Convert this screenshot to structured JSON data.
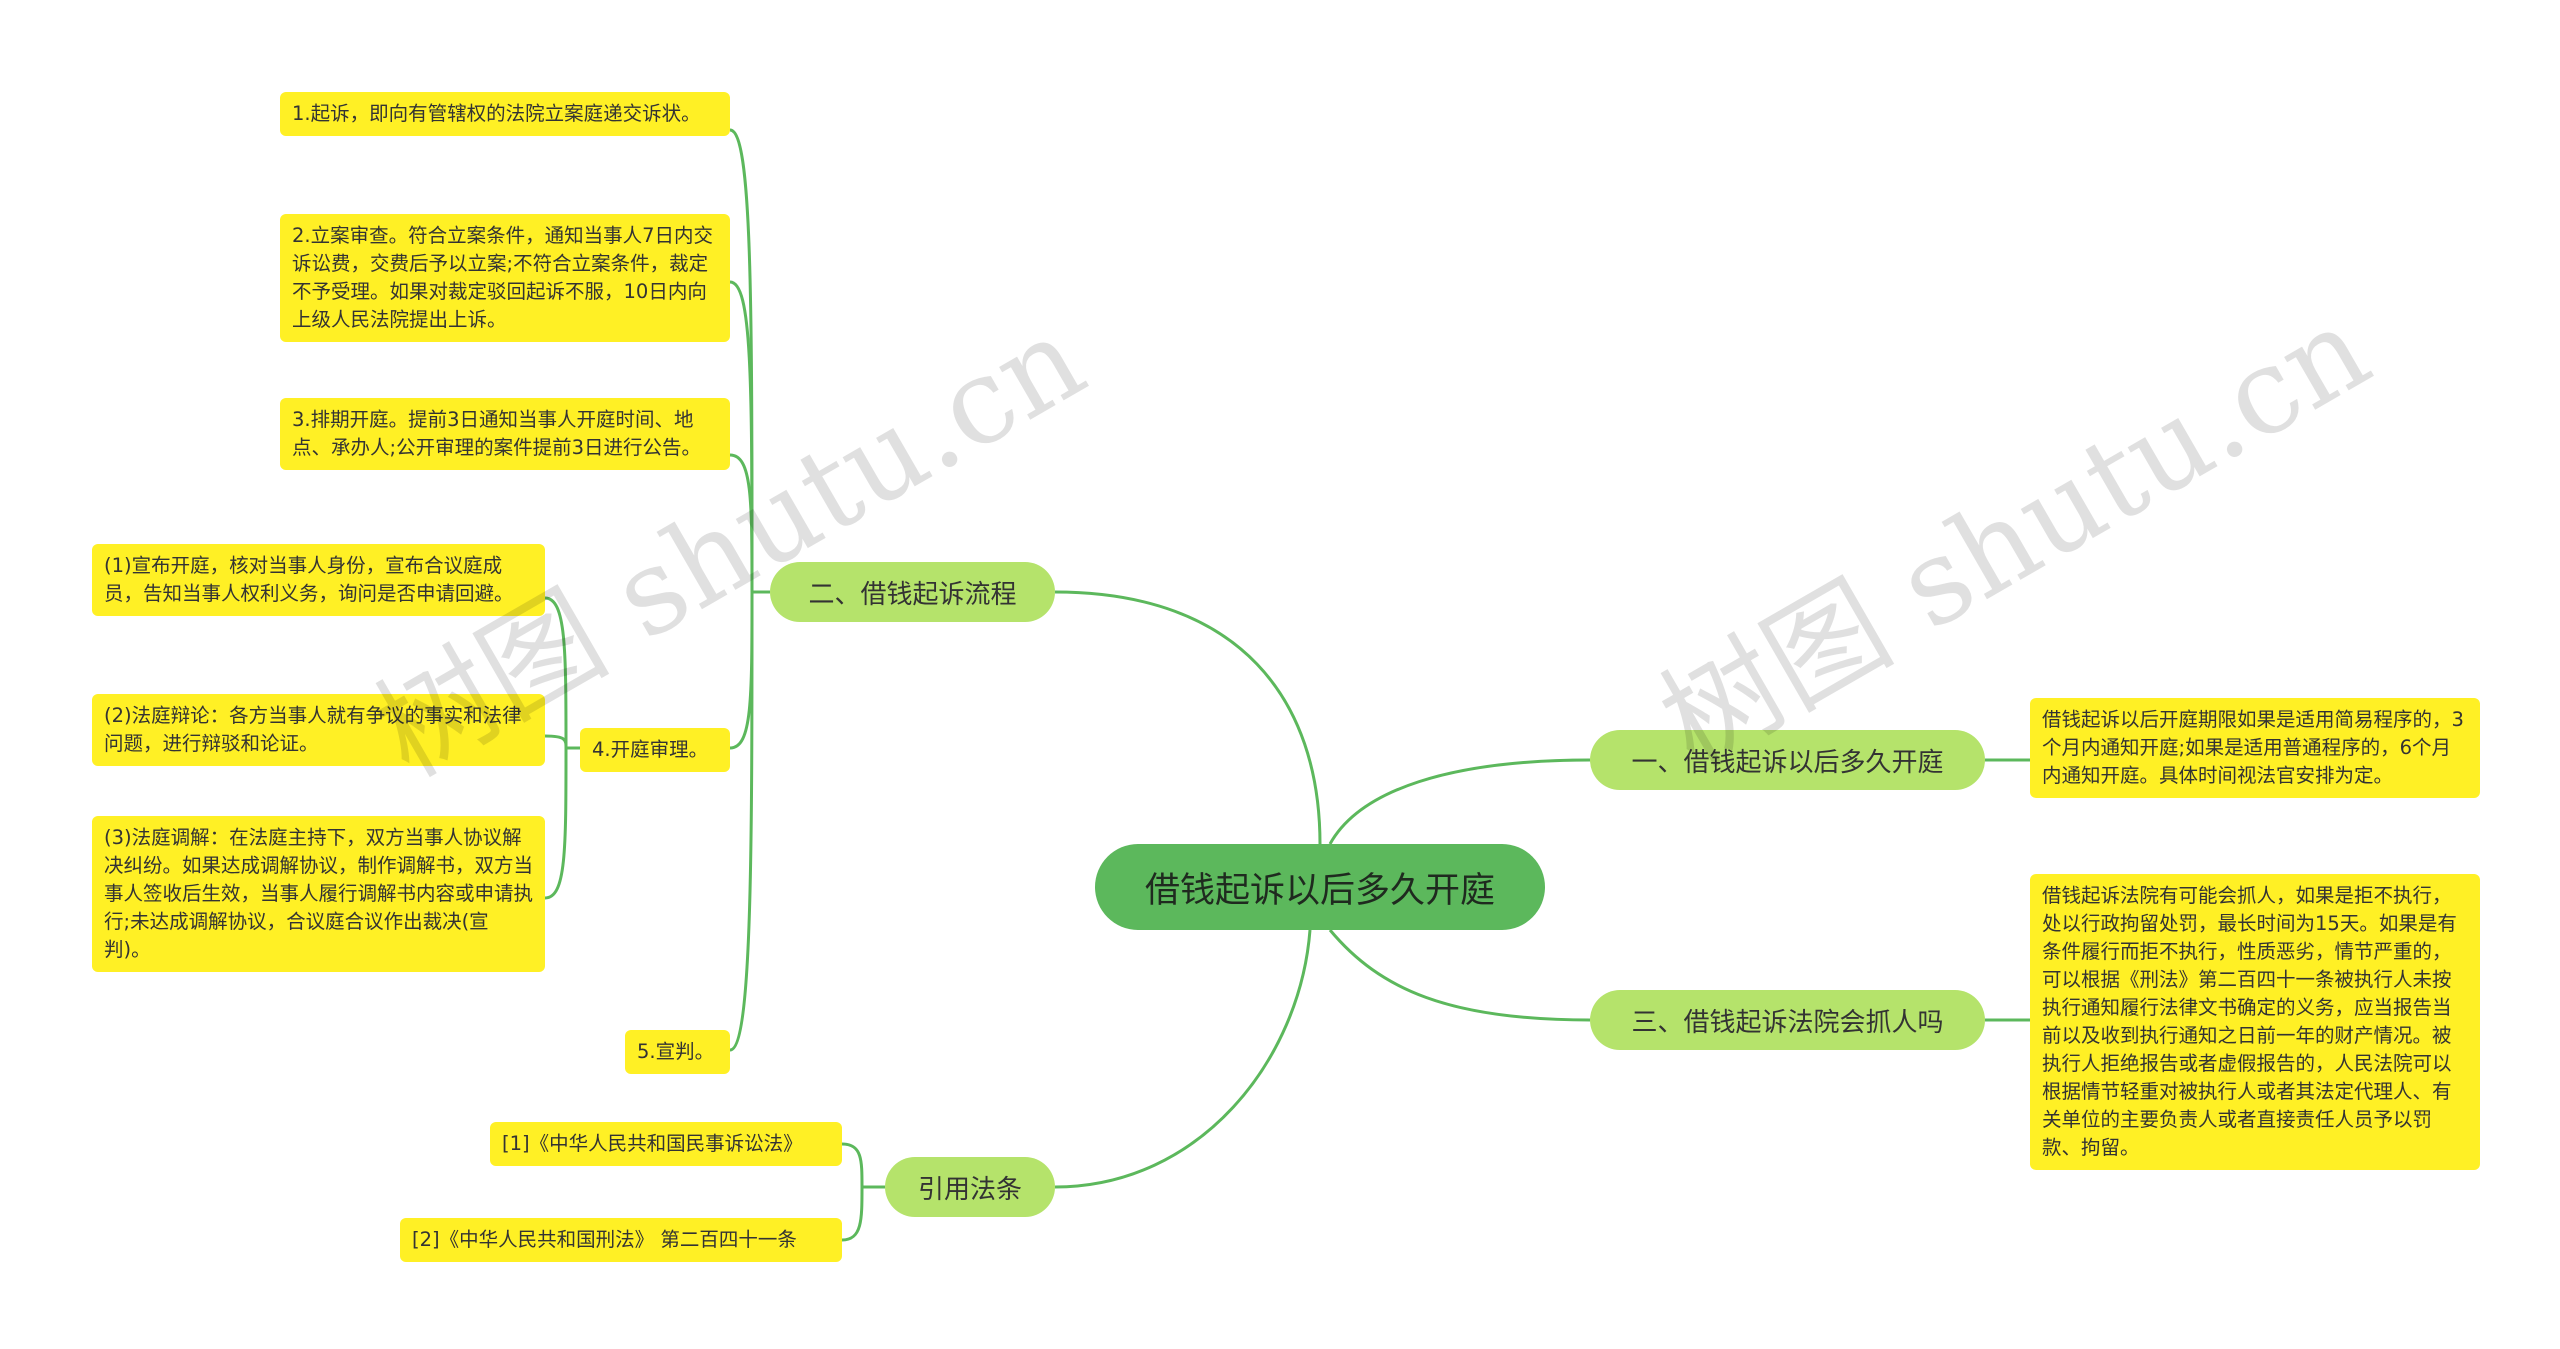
{
  "root": {
    "label": "借钱起诉以后多久开庭"
  },
  "branches": {
    "b1": {
      "label": "一、借钱起诉以后多久开庭"
    },
    "b2": {
      "label": "二、借钱起诉流程"
    },
    "b3": {
      "label": "三、借钱起诉法院会抓人吗"
    },
    "b4": {
      "label": "引用法条"
    }
  },
  "leaves": {
    "b1_answer": "借钱起诉以后开庭期限如果是适用简易程序的，3个月内通知开庭;如果是适用普通程序的，6个月内通知开庭。具体时间视法官安排为定。",
    "step1": "1.起诉，即向有管辖权的法院立案庭递交诉状。",
    "step2": "2.立案审查。符合立案条件，通知当事人7日内交诉讼费，交费后予以立案;不符合立案条件，裁定不予受理。如果对裁定驳回起诉不服，10日内向上级人民法院提出上诉。",
    "step3": "3.排期开庭。提前3日通知当事人开庭时间、地点、承办人;公开审理的案件提前3日进行公告。",
    "step4": "4.开庭审理。",
    "step4_sub1": "(1)宣布开庭，核对当事人身份，宣布合议庭成员，告知当事人权利义务，询问是否申请回避。",
    "step4_sub2": "(2)法庭辩论：各方当事人就有争议的事实和法律问题，进行辩驳和论证。",
    "step4_sub3": "(3)法庭调解：在法庭主持下，双方当事人协议解决纠纷。如果达成调解协议，制作调解书，双方当事人签收后生效，当事人履行调解书内容或申请执行;未达成调解协议，合议庭合议作出裁决(宣判)。",
    "step5": "5.宣判。",
    "b3_answer": "借钱起诉法院有可能会抓人，如果是拒不执行，处以行政拘留处罚，最长时间为15天。如果是有条件履行而拒不执行，性质恶劣，情节严重的，可以根据《刑法》第二百四十一条被执行人未按执行通知履行法律文书确定的义务，应当报告当前以及收到执行通知之日前一年的财产情况。被执行人拒绝报告或者虚假报告的，人民法院可以根据情节轻重对被执行人或者其法定代理人、有关单位的主要负责人或者直接责任人员予以罚款、拘留。",
    "law1": "[1]《中华人民共和国民事诉讼法》",
    "law2": "[2]《中华人民共和国刑法》 第二百四十一条"
  },
  "watermarks": [
    "树图 shutu.cn",
    "树图 shutu.cn"
  ],
  "colors": {
    "root_fill": "#5cb85c",
    "branch_fill": "#b5e36b",
    "leaf_fill": "#fff025",
    "connector": "#5cb85c"
  }
}
